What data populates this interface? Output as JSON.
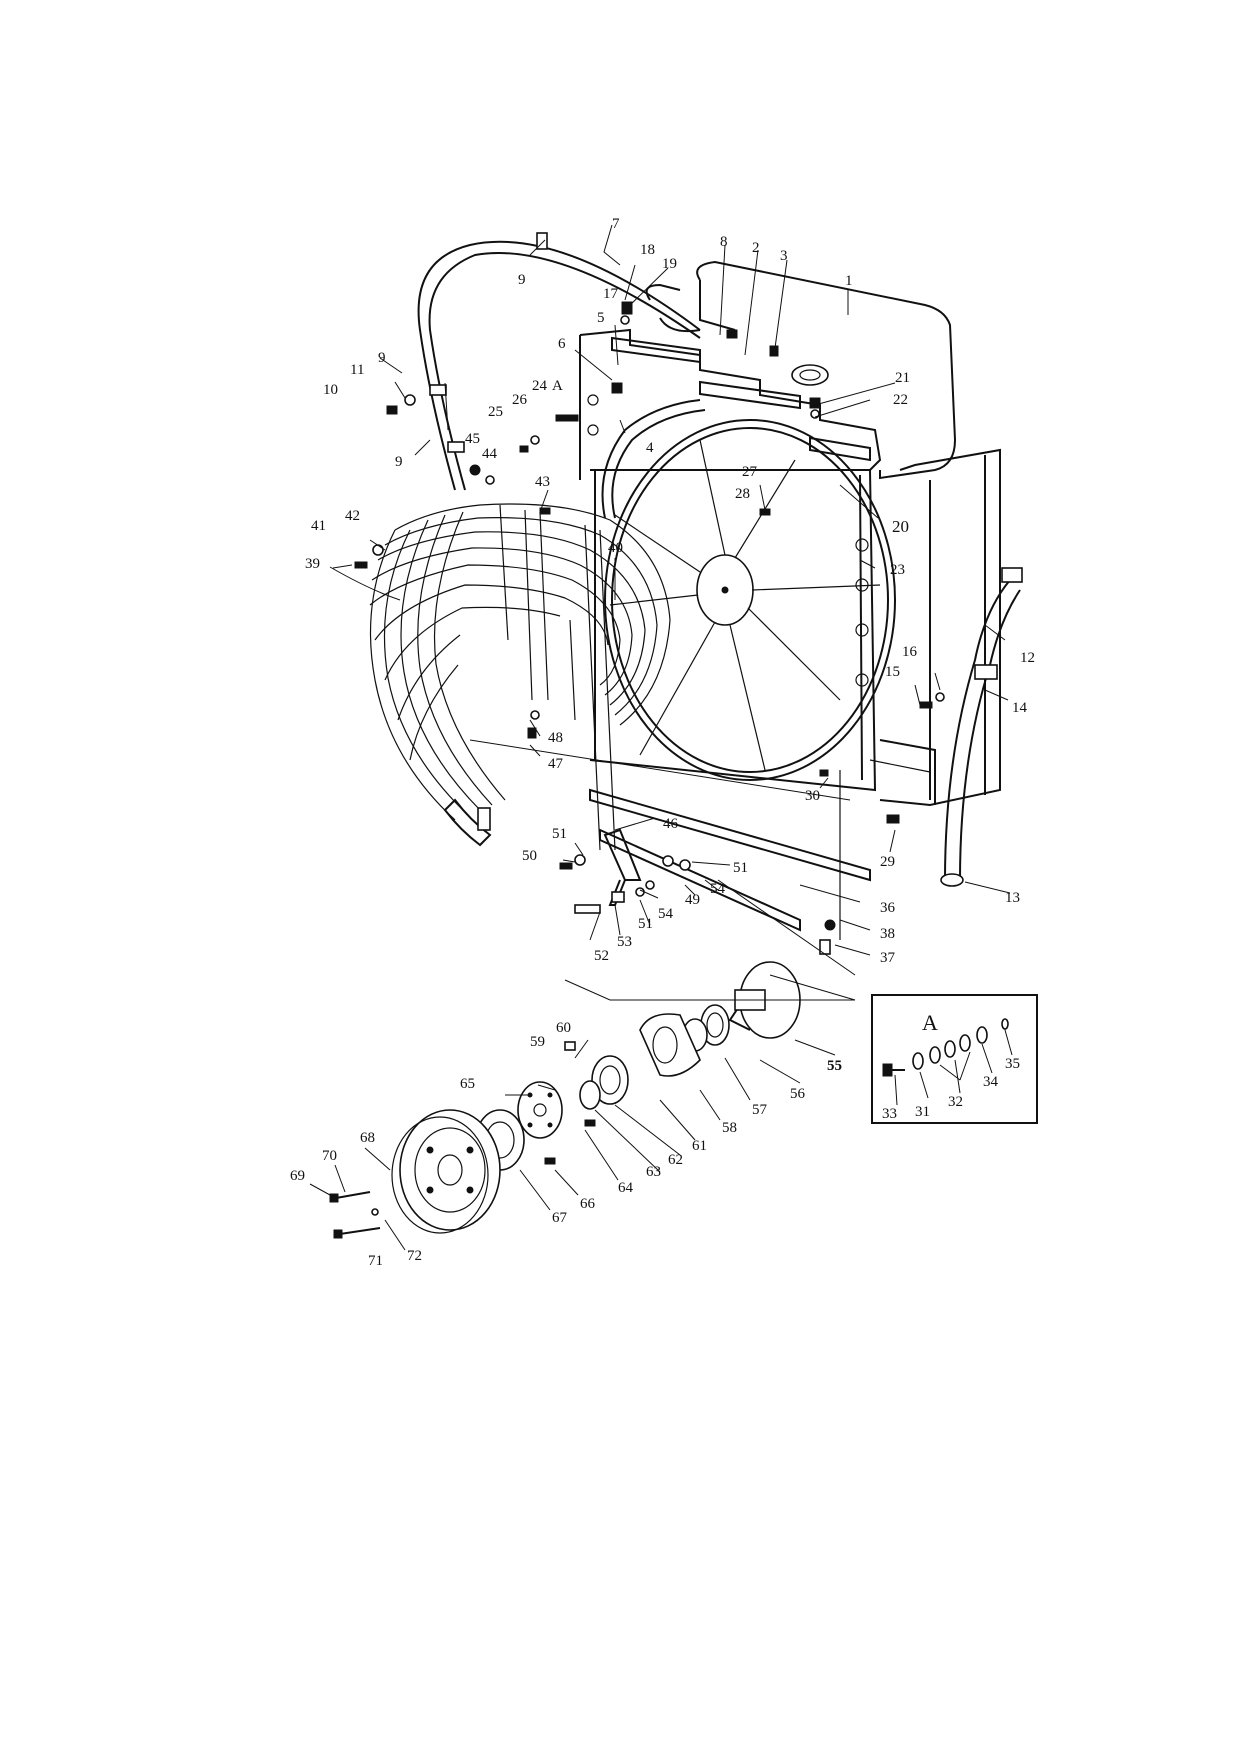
{
  "labels": {
    "p1": "1",
    "p2": "2",
    "p3": "3",
    "p4": "4",
    "p5": "5",
    "p6": "6",
    "p7": "7",
    "p8": "8",
    "p9a": "9",
    "p9b": "9",
    "p9c": "9",
    "p10": "10",
    "p11": "11",
    "p12": "12",
    "p13": "13",
    "p14": "14",
    "p15": "15",
    "p16": "16",
    "p17": "17",
    "p18": "18",
    "p19": "19",
    "p20": "20",
    "p21": "21",
    "p22": "22",
    "p23": "23",
    "p24": "24",
    "p25": "25",
    "p26": "26",
    "p27": "27",
    "p28": "28",
    "p29": "29",
    "p30": "30",
    "p31": "31",
    "p32": "32",
    "p33": "33",
    "p34": "34",
    "p35": "35",
    "p36": "36",
    "p37": "37",
    "p38": "38",
    "p39": "39",
    "p40": "40",
    "p41": "41",
    "p42": "42",
    "p43": "43",
    "p44": "44",
    "p45": "45",
    "p46": "46",
    "p47": "47",
    "p48": "48",
    "p49": "49",
    "p50": "50",
    "p51a": "51",
    "p51b": "51",
    "p51c": "51",
    "p52": "52",
    "p53": "53",
    "p54a": "54",
    "p54b": "54",
    "p55": "55",
    "p56": "56",
    "p57": "57",
    "p58": "58",
    "p59": "59",
    "p60": "60",
    "p61": "61",
    "p62": "62",
    "p63": "63",
    "p64": "64",
    "p65": "65",
    "p66": "66",
    "p67": "67",
    "p68": "68",
    "p69": "69",
    "p70": "70",
    "p71": "71",
    "p72": "72",
    "pA": "A",
    "detailA": "A"
  }
}
